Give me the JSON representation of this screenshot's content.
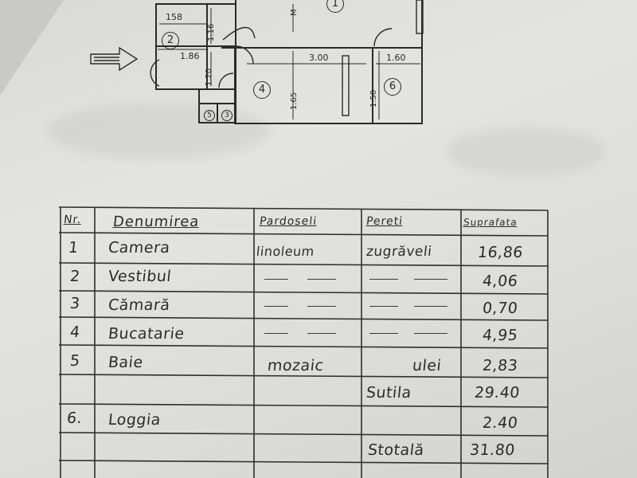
{
  "plan": {
    "dimensions": {
      "d_158": "158",
      "d_116": "1.16",
      "d_186": "1.86",
      "d_120": "1.20",
      "d_300": "3.00",
      "d_160": "1.60",
      "d_165": "1.65",
      "d_150": "1.50",
      "d_m": "M"
    },
    "rooms": [
      "1",
      "2",
      "3",
      "4",
      "5",
      "6"
    ]
  },
  "table": {
    "headers": [
      "Nr.",
      "Denumirea",
      "Pardoseli",
      "Pereti",
      "Suprafata"
    ],
    "rows": [
      {
        "nr": "1",
        "name": "Camera",
        "floor": "linoleum",
        "walls": "zugrăveli",
        "area": "16,86"
      },
      {
        "nr": "2",
        "name": "Vestibul",
        "floor": "",
        "walls": "",
        "area": "4,06"
      },
      {
        "nr": "3",
        "name": "Cămară",
        "floor": "",
        "walls": "",
        "area": "0,70"
      },
      {
        "nr": "4",
        "name": "Bucatarie",
        "floor": "",
        "walls": "",
        "area": "4,95"
      },
      {
        "nr": "5",
        "name": "Baie",
        "floor": "mozaic",
        "walls": "ulei",
        "area": "2,83"
      },
      {
        "nr": "",
        "name": "",
        "floor": "",
        "walls": "Sutila",
        "area": "29.40"
      },
      {
        "nr": "6.",
        "name": "Loggia",
        "floor": "",
        "walls": "",
        "area": "2.40"
      },
      {
        "nr": "",
        "name": "",
        "floor": "",
        "walls": "Stotală",
        "area": "31.80"
      }
    ]
  },
  "colors": {
    "paper": "#e0e0de",
    "ink": "#2b2b2b"
  }
}
